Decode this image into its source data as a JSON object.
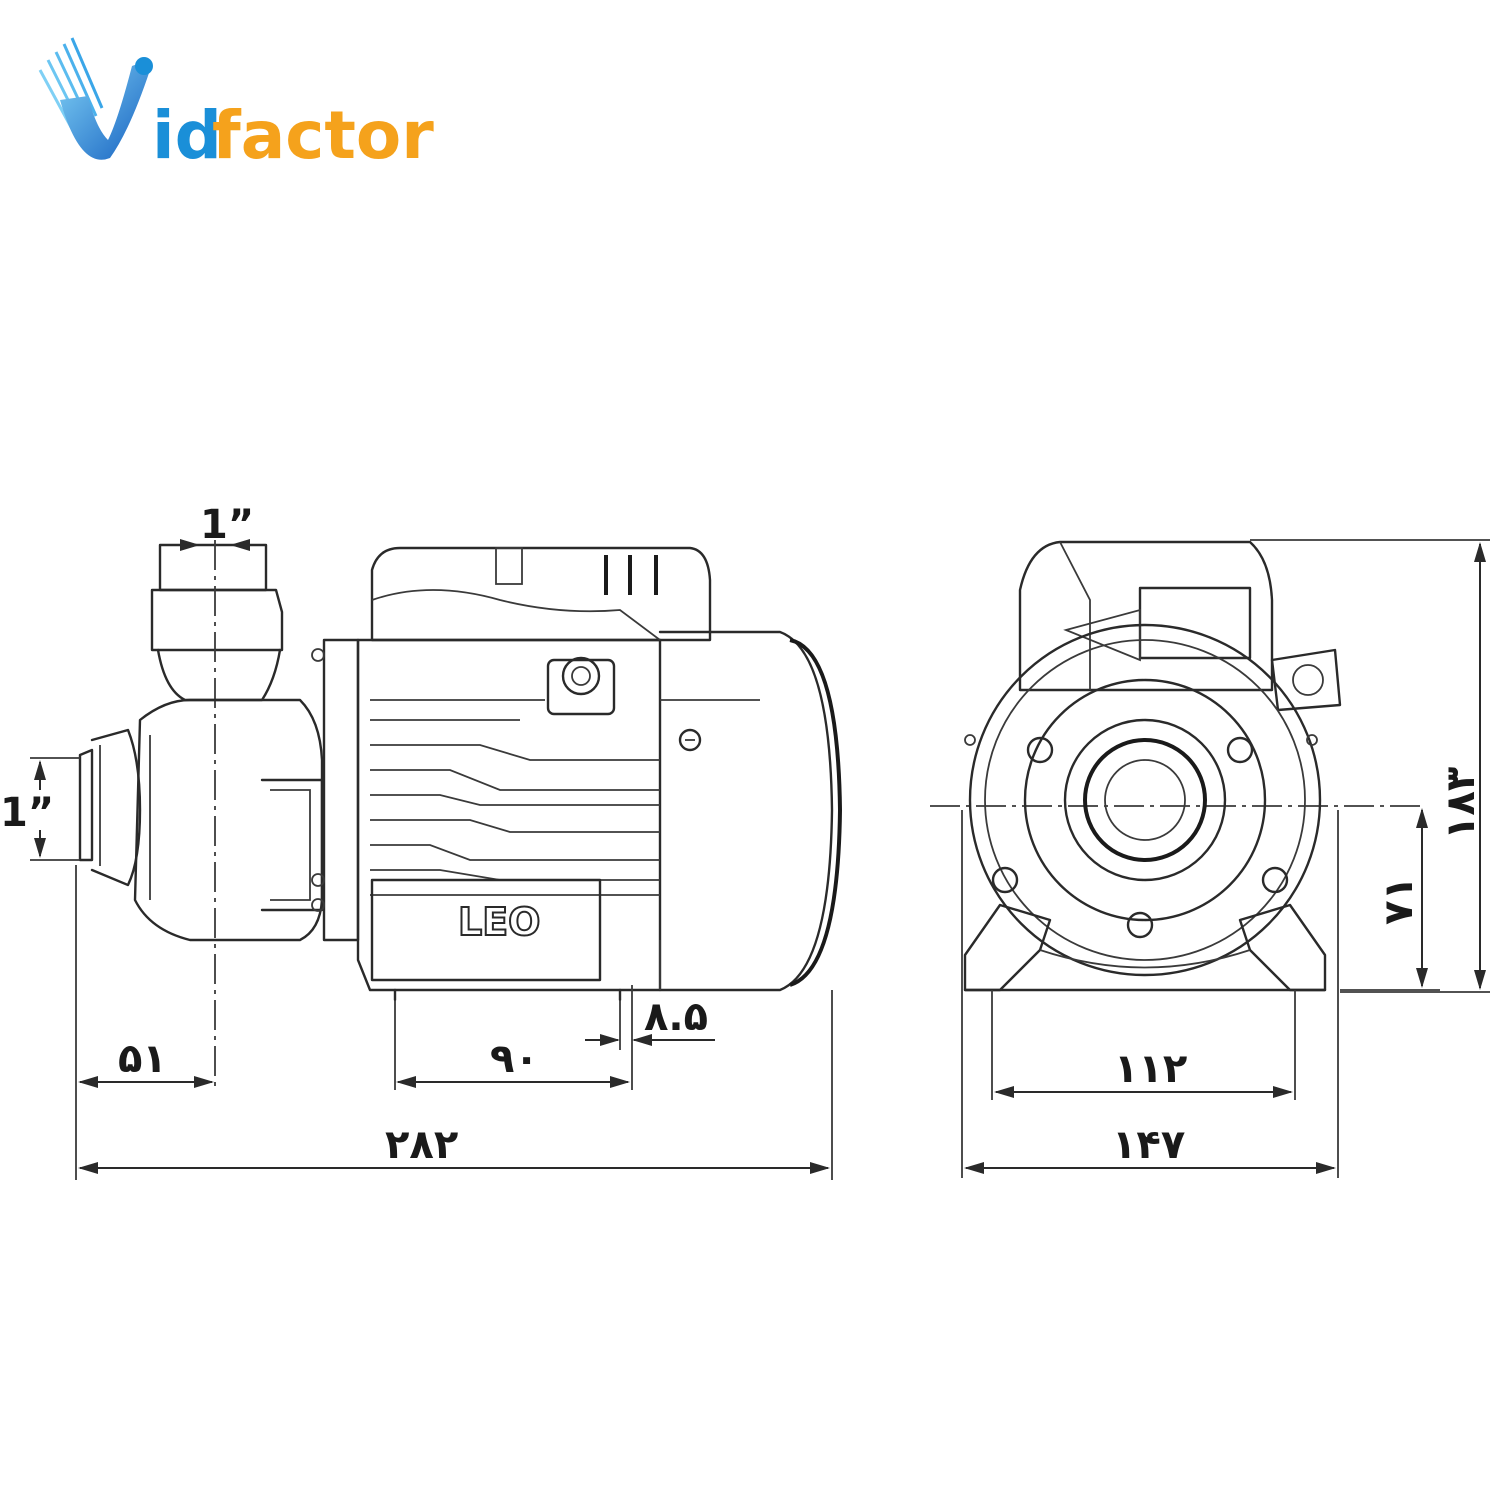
{
  "logo": {
    "text_main": "Vid",
    "text_prefix": "id",
    "text_suffix": "factor",
    "colors": {
      "blue": "#1a8fd8",
      "orange": "#f5a21c"
    }
  },
  "brand_plate": "LEO",
  "dimensions": {
    "outlet_size": "1”",
    "inlet_size": "1”",
    "inlet_offset": "۵۱",
    "foot_spacing": "۹۰",
    "foot_gap": "۸.۵",
    "total_length": "۲۸۲",
    "base_width": "۱۱۲",
    "total_width": "۱۴۷",
    "shaft_height": "۷۱",
    "total_height": "۱۸۳"
  }
}
